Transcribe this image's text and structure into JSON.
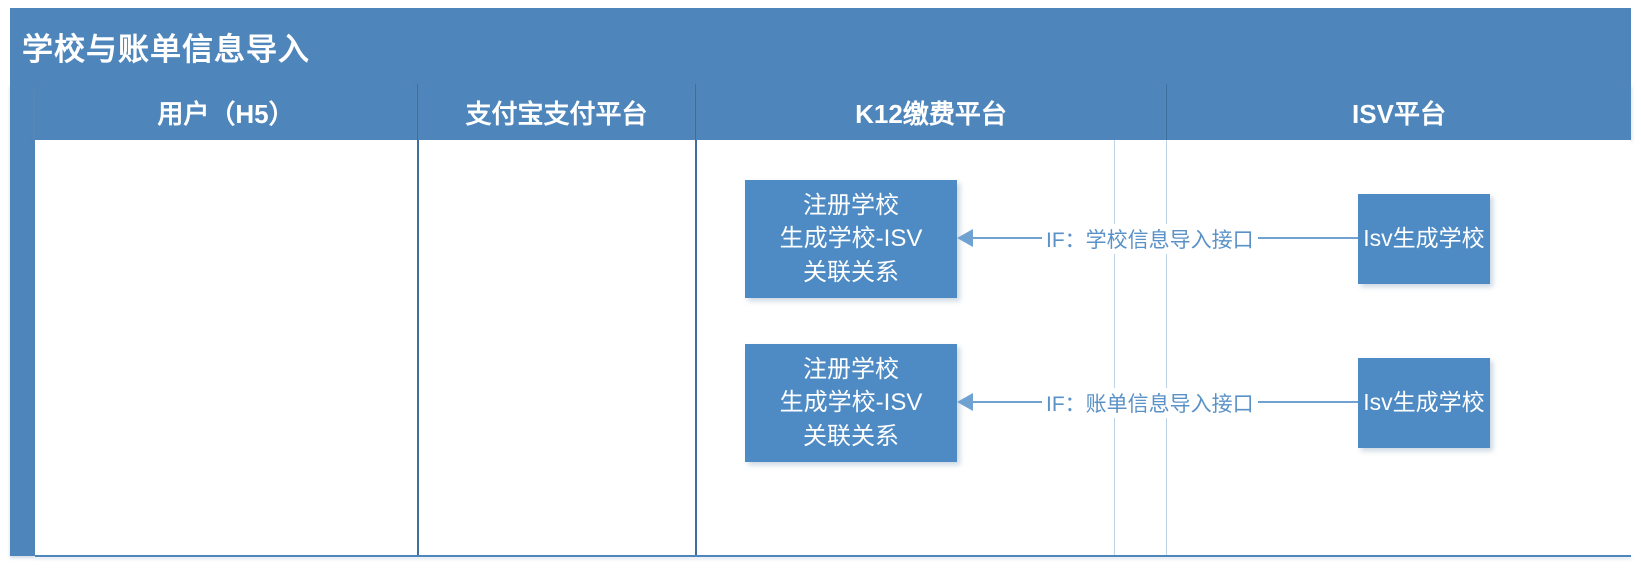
{
  "diagram": {
    "title": "学校与账单信息导入",
    "type": "swimlane-flowchart",
    "colors": {
      "header_blue": "#4E85BA",
      "box_blue": "#4E8BC4",
      "connector_blue": "#6FA2D0",
      "label_blue": "#5A92C8",
      "divider_strong": "#3E6F9E",
      "divider_light": "#BFD3E6",
      "canvas_white": "#FFFFFF"
    },
    "lanes": [
      {
        "id": "user",
        "label": "用户（H5）"
      },
      {
        "id": "alipay",
        "label": "支付宝支付平台"
      },
      {
        "id": "k12",
        "label": "K12缴费平台"
      },
      {
        "id": "isv",
        "label": "ISV平台"
      }
    ],
    "nodes": [
      {
        "id": "k12-register-school-1",
        "lane": "k12",
        "lines": [
          "注册学校",
          "生成学校-ISV",
          "关联关系"
        ]
      },
      {
        "id": "isv-create-school-1",
        "lane": "isv",
        "lines": [
          "Isv生成学校"
        ]
      },
      {
        "id": "k12-register-school-2",
        "lane": "k12",
        "lines": [
          "注册学校",
          "生成学校-ISV",
          "关联关系"
        ]
      },
      {
        "id": "isv-create-school-2",
        "lane": "isv",
        "lines": [
          "Isv生成学校"
        ]
      }
    ],
    "connectors": [
      {
        "id": "conn-school-import",
        "from": "isv-create-school-1",
        "to": "k12-register-school-1",
        "direction": "right-to-left",
        "label": "IF：学校信息导入接口"
      },
      {
        "id": "conn-bill-import",
        "from": "isv-create-school-2",
        "to": "k12-register-school-2",
        "direction": "right-to-left",
        "label": "IF：账单信息导入接口"
      }
    ]
  }
}
